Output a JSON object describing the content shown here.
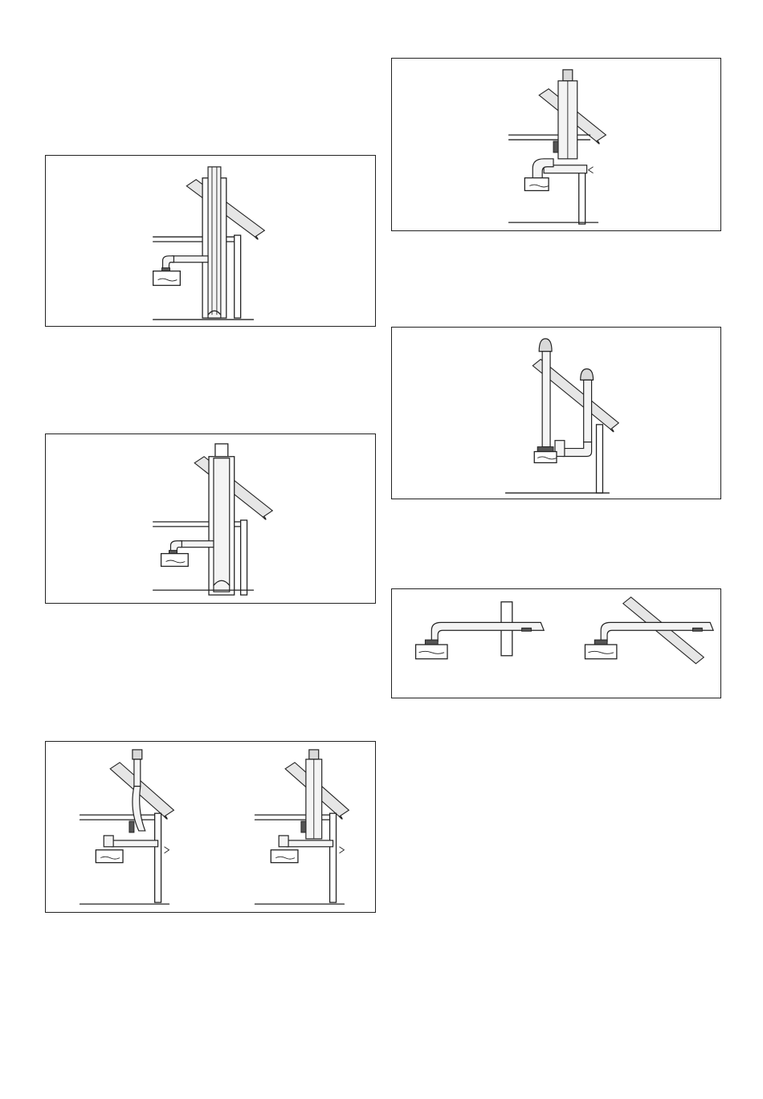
{
  "panels": [
    {
      "id": "p1"
    },
    {
      "id": "p2"
    },
    {
      "id": "p3"
    },
    {
      "id": "p4"
    },
    {
      "id": "p5"
    },
    {
      "id": "p6"
    }
  ],
  "colors": {
    "line": "#222222",
    "fill_light": "#f4f4f4",
    "fill_gray": "#d9d9d9"
  }
}
